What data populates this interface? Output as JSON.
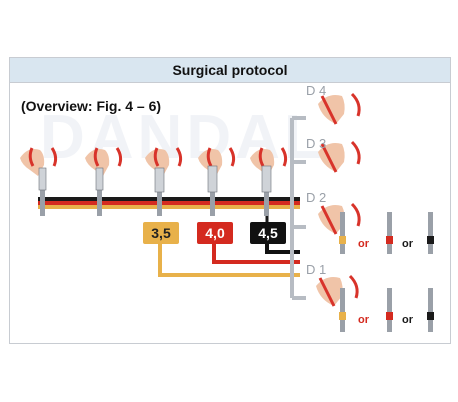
{
  "title": "Surgical protocol",
  "subtitle": "(Overview: Fig. 4 – 6)",
  "watermark": "DANDAL",
  "densities": [
    "D 4",
    "D 3",
    "D 2",
    "D 1"
  ],
  "drill_badges": [
    {
      "label": "3,5",
      "color": "#e8b14a",
      "text_color": "#222222"
    },
    {
      "label": "4,0",
      "color": "#d42a1f",
      "text_color": "#ffffff"
    },
    {
      "label": "4,5",
      "color": "#111111",
      "text_color": "#ffffff"
    }
  ],
  "or_label": "or",
  "colors": {
    "flag_black": "#1a1a1a",
    "flag_red": "#d42a1f",
    "flag_gold": "#e8b14a",
    "bone": "#f0c4a8",
    "gum": "#d8332a",
    "title_bg": "#d9e6f0",
    "density_label": "#9aa0a8",
    "bracket": "#b7bcc3"
  },
  "icons": [
    "bone-socket-icon",
    "drill-icon",
    "implant-icon"
  ]
}
